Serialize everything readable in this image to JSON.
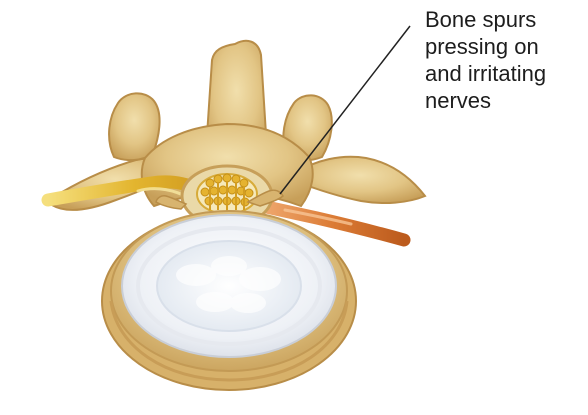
{
  "callout": {
    "lines": [
      "Bone spurs",
      "pressing on",
      "and irritating",
      "nerves"
    ]
  },
  "colors": {
    "bone": "#e2c585",
    "bone_shadow": "#c79f59",
    "disc_outer": "#d8dde6",
    "disc_inner": "#f2f4f8",
    "nerve_yellow": "#e3b52f",
    "nerve_orange": "#db7b35",
    "callout_line": "#222222"
  },
  "icons": {
    "anatomy": "vertebra-illustration"
  }
}
